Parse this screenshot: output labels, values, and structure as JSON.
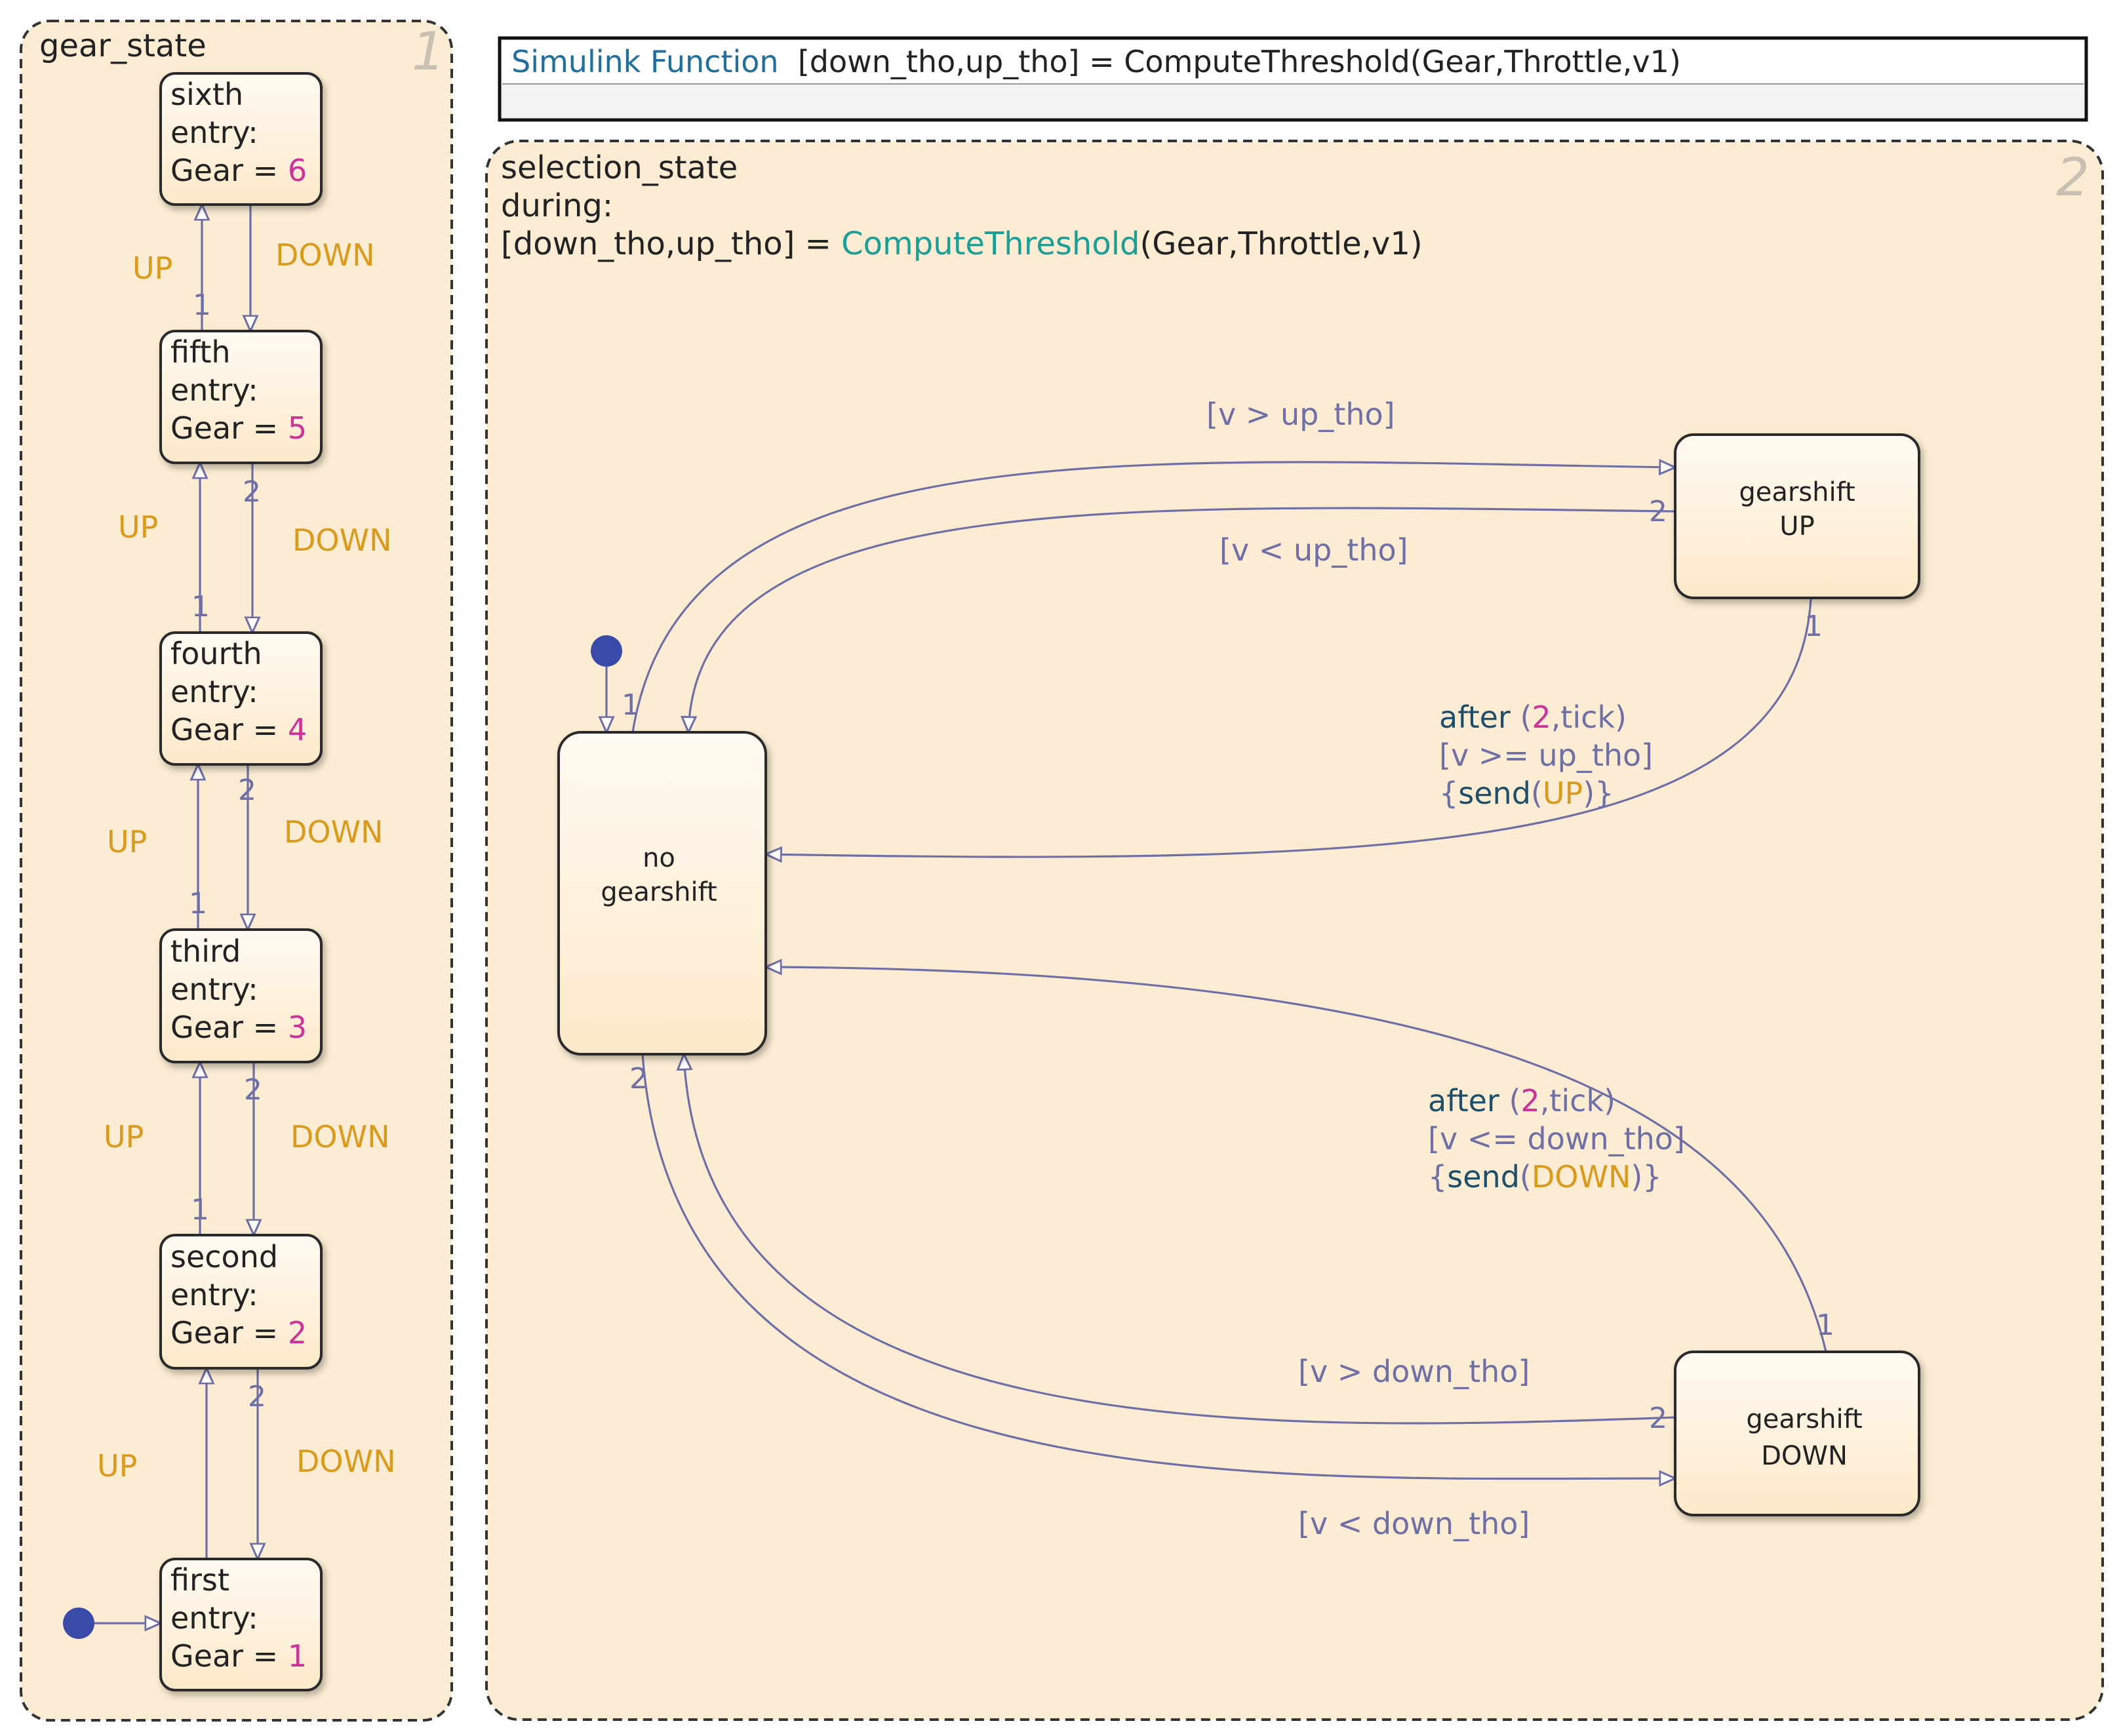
{
  "colors": {
    "panel_fill": "#fbecd3",
    "state_fill_top": "#fffaf2",
    "state_fill_bottom": "#fde9ca",
    "stroke": "#2b2b2b",
    "transition": "#6f6fa6",
    "event_label": "#d99a1e",
    "number_value": "#cc3399",
    "function_name": "#1a9e96",
    "keyword": "#1f4e6b",
    "default_dot": "#3a4aa8",
    "subtle_number": "#c8c0b2",
    "text": "#222222"
  },
  "gear_state": {
    "title": "gear_state",
    "order": "1",
    "states": [
      {
        "name": "sixth",
        "entry": "entry:",
        "gear_label": "Gear = ",
        "value": "6"
      },
      {
        "name": "fifth",
        "entry": "entry:",
        "gear_label": "Gear = ",
        "value": "5"
      },
      {
        "name": "fourth",
        "entry": "entry:",
        "gear_label": "Gear = ",
        "value": "4"
      },
      {
        "name": "third",
        "entry": "entry:",
        "gear_label": "Gear = ",
        "value": "3"
      },
      {
        "name": "second",
        "entry": "entry:",
        "gear_label": "Gear = ",
        "value": "2"
      },
      {
        "name": "first",
        "entry": "entry:",
        "gear_label": "Gear = ",
        "value": "1"
      }
    ],
    "up_label": "UP",
    "down_label": "DOWN",
    "transition_numbers": {
      "up": "1",
      "down": "2"
    }
  },
  "simulink_function": {
    "keyword": "Simulink Function",
    "signature": "[down_tho,up_tho] = ComputeThreshold(Gear,Throttle,v1)"
  },
  "selection_state": {
    "title": "selection_state",
    "order": "2",
    "during": "during:",
    "during_lhs": "[down_tho,up_tho] = ",
    "during_fn": "ComputeThreshold",
    "during_args": "(Gear,Throttle,v1)",
    "states": {
      "no_gearshift": [
        "no",
        "gearshift"
      ],
      "gearshift_up": [
        "gearshift",
        "UP"
      ],
      "gearshift_down": [
        "gearshift",
        "DOWN"
      ]
    },
    "labels": {
      "v_gt_up": "[v > up_tho]",
      "v_lt_up": "[v < up_tho]",
      "v_gt_down": "[v > down_tho]",
      "v_lt_down": "[v < down_tho]",
      "after_kw": "after",
      "after_open": " (",
      "after_num": "2",
      "after_close": ",tick)",
      "cond_up": "[v >= up_tho]",
      "cond_down": "[v <= down_tho]",
      "send_open": "{",
      "send_kw": "send",
      "paren_open": "(",
      "send_up_evt": "UP",
      "send_down_evt": "DOWN",
      "send_close": ")}"
    },
    "transition_numbers": {
      "one": "1",
      "two": "2"
    }
  }
}
